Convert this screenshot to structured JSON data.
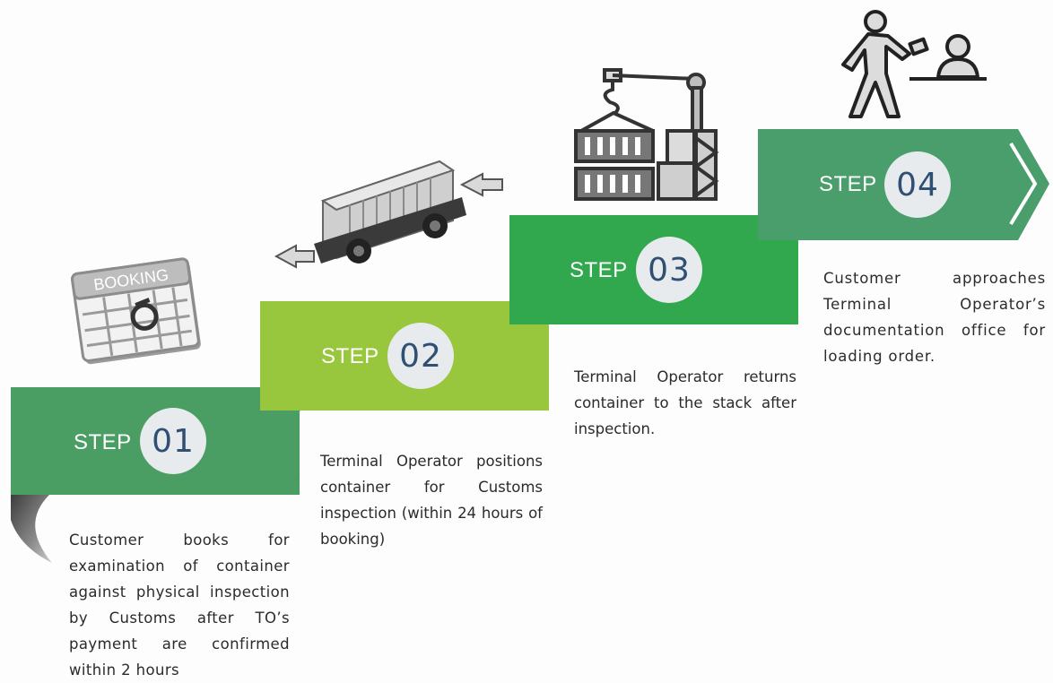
{
  "steps": [
    {
      "label": "STEP",
      "number": "01",
      "icon": "booking-calendar-icon",
      "icon_text": "BOOKING",
      "color": "#4a9e63",
      "description": "Customer books for examination of container against physical inspection by Customs after TO’s payment are confirmed within 2 hours"
    },
    {
      "label": "STEP",
      "number": "02",
      "icon": "container-truck-icon",
      "color": "#98c63c",
      "description": "Terminal Operator positions container for Customs inspection (within 24 hours of booking)"
    },
    {
      "label": "STEP",
      "number": "03",
      "icon": "crane-containers-icon",
      "color": "#32a84e",
      "description": "Terminal Operator returns container to the stack after inspection."
    },
    {
      "label": "STEP",
      "number": "04",
      "icon": "person-at-office-icon",
      "color": "#4a9e6c",
      "description": "Customer approaches Terminal Operator’s documentation office for loading order."
    }
  ],
  "colors": {
    "fold": "#6a6a6a",
    "number_circle": "#e8ebee",
    "number_text": "#2f4f73"
  }
}
